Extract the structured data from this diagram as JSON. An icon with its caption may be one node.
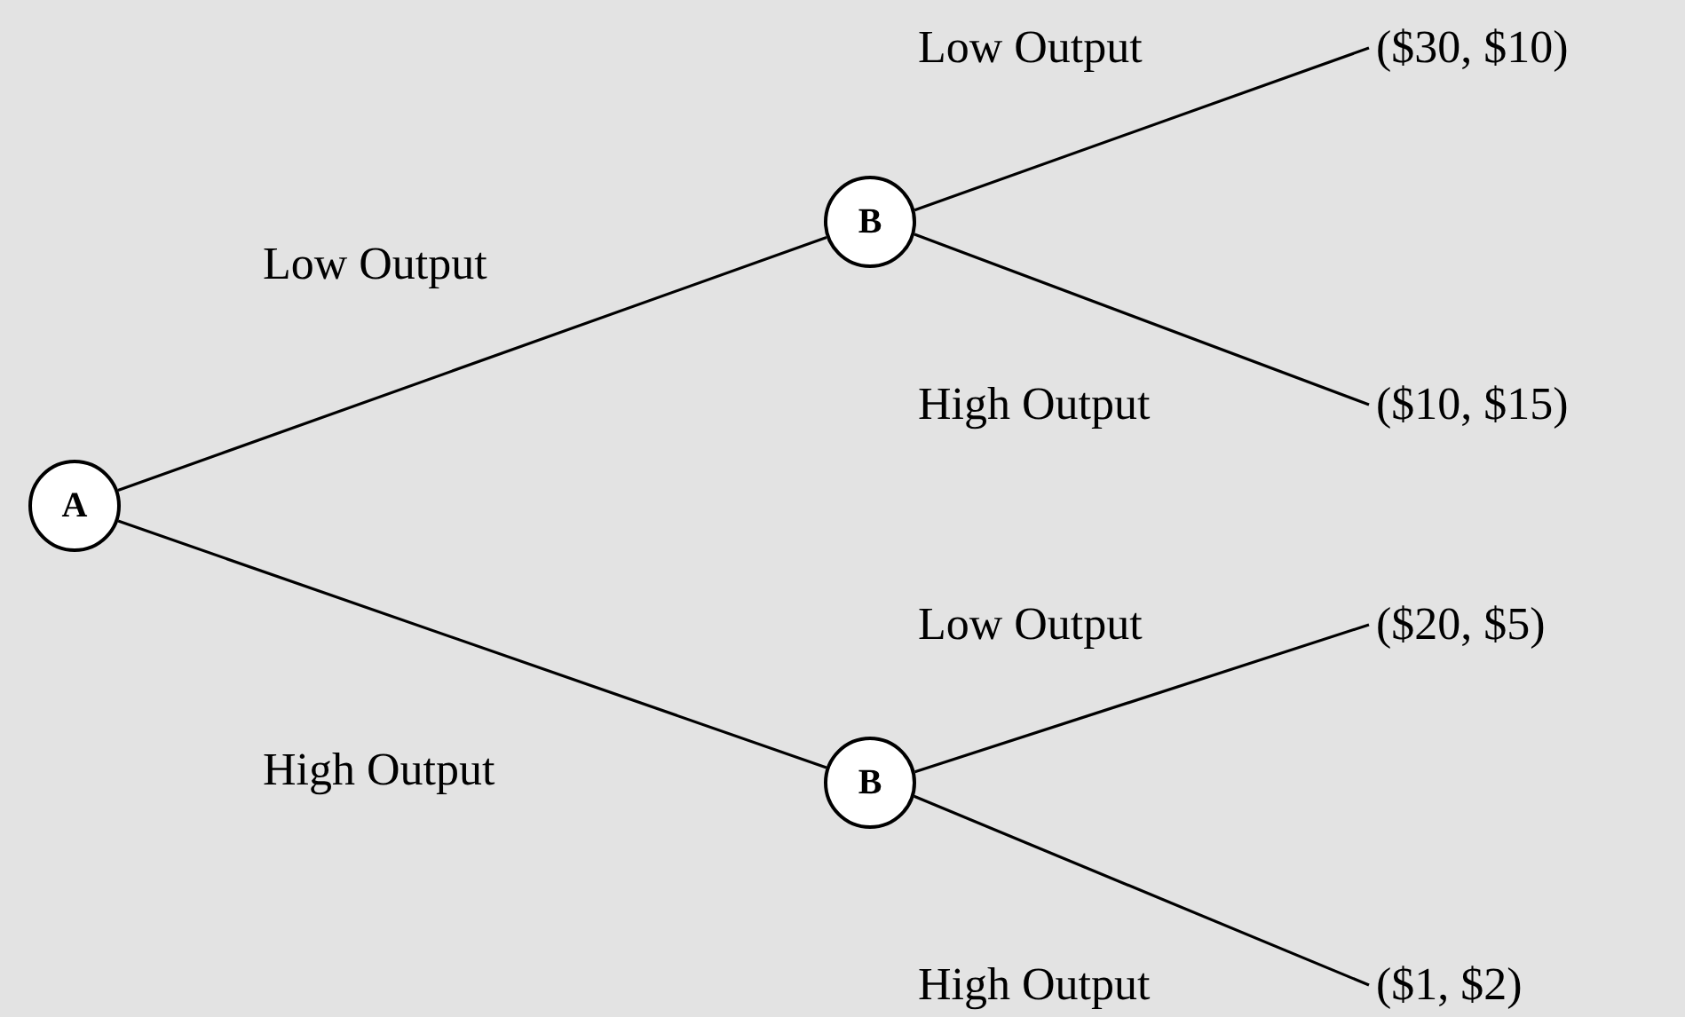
{
  "diagram": {
    "nodes": [
      {
        "text": [
          "A"
        ]
      },
      {
        "text": [
          "B"
        ]
      },
      {
        "text": [
          "B"
        ]
      },
      {
        "text": [
          "($30, $10)"
        ]
      },
      {
        "text": [
          "($10, $15)"
        ]
      },
      {
        "text": [
          "($20, $5)"
        ]
      },
      {
        "text": [
          "($1, $2)"
        ]
      }
    ],
    "edges": [
      {
        "from": 0,
        "to": 1,
        "arrow": "none",
        "label": "Low Output"
      },
      {
        "from": 0,
        "to": 2,
        "arrow": "none",
        "label": "High Output"
      },
      {
        "from": 1,
        "to": 3,
        "arrow": "none",
        "label": "Low Output"
      },
      {
        "from": 1,
        "to": 4,
        "arrow": "none",
        "label": "High Output"
      },
      {
        "from": 2,
        "to": 5,
        "arrow": "none",
        "label": "Low Output"
      },
      {
        "from": 2,
        "to": 6,
        "arrow": "none",
        "label": "High Output"
      }
    ]
  }
}
